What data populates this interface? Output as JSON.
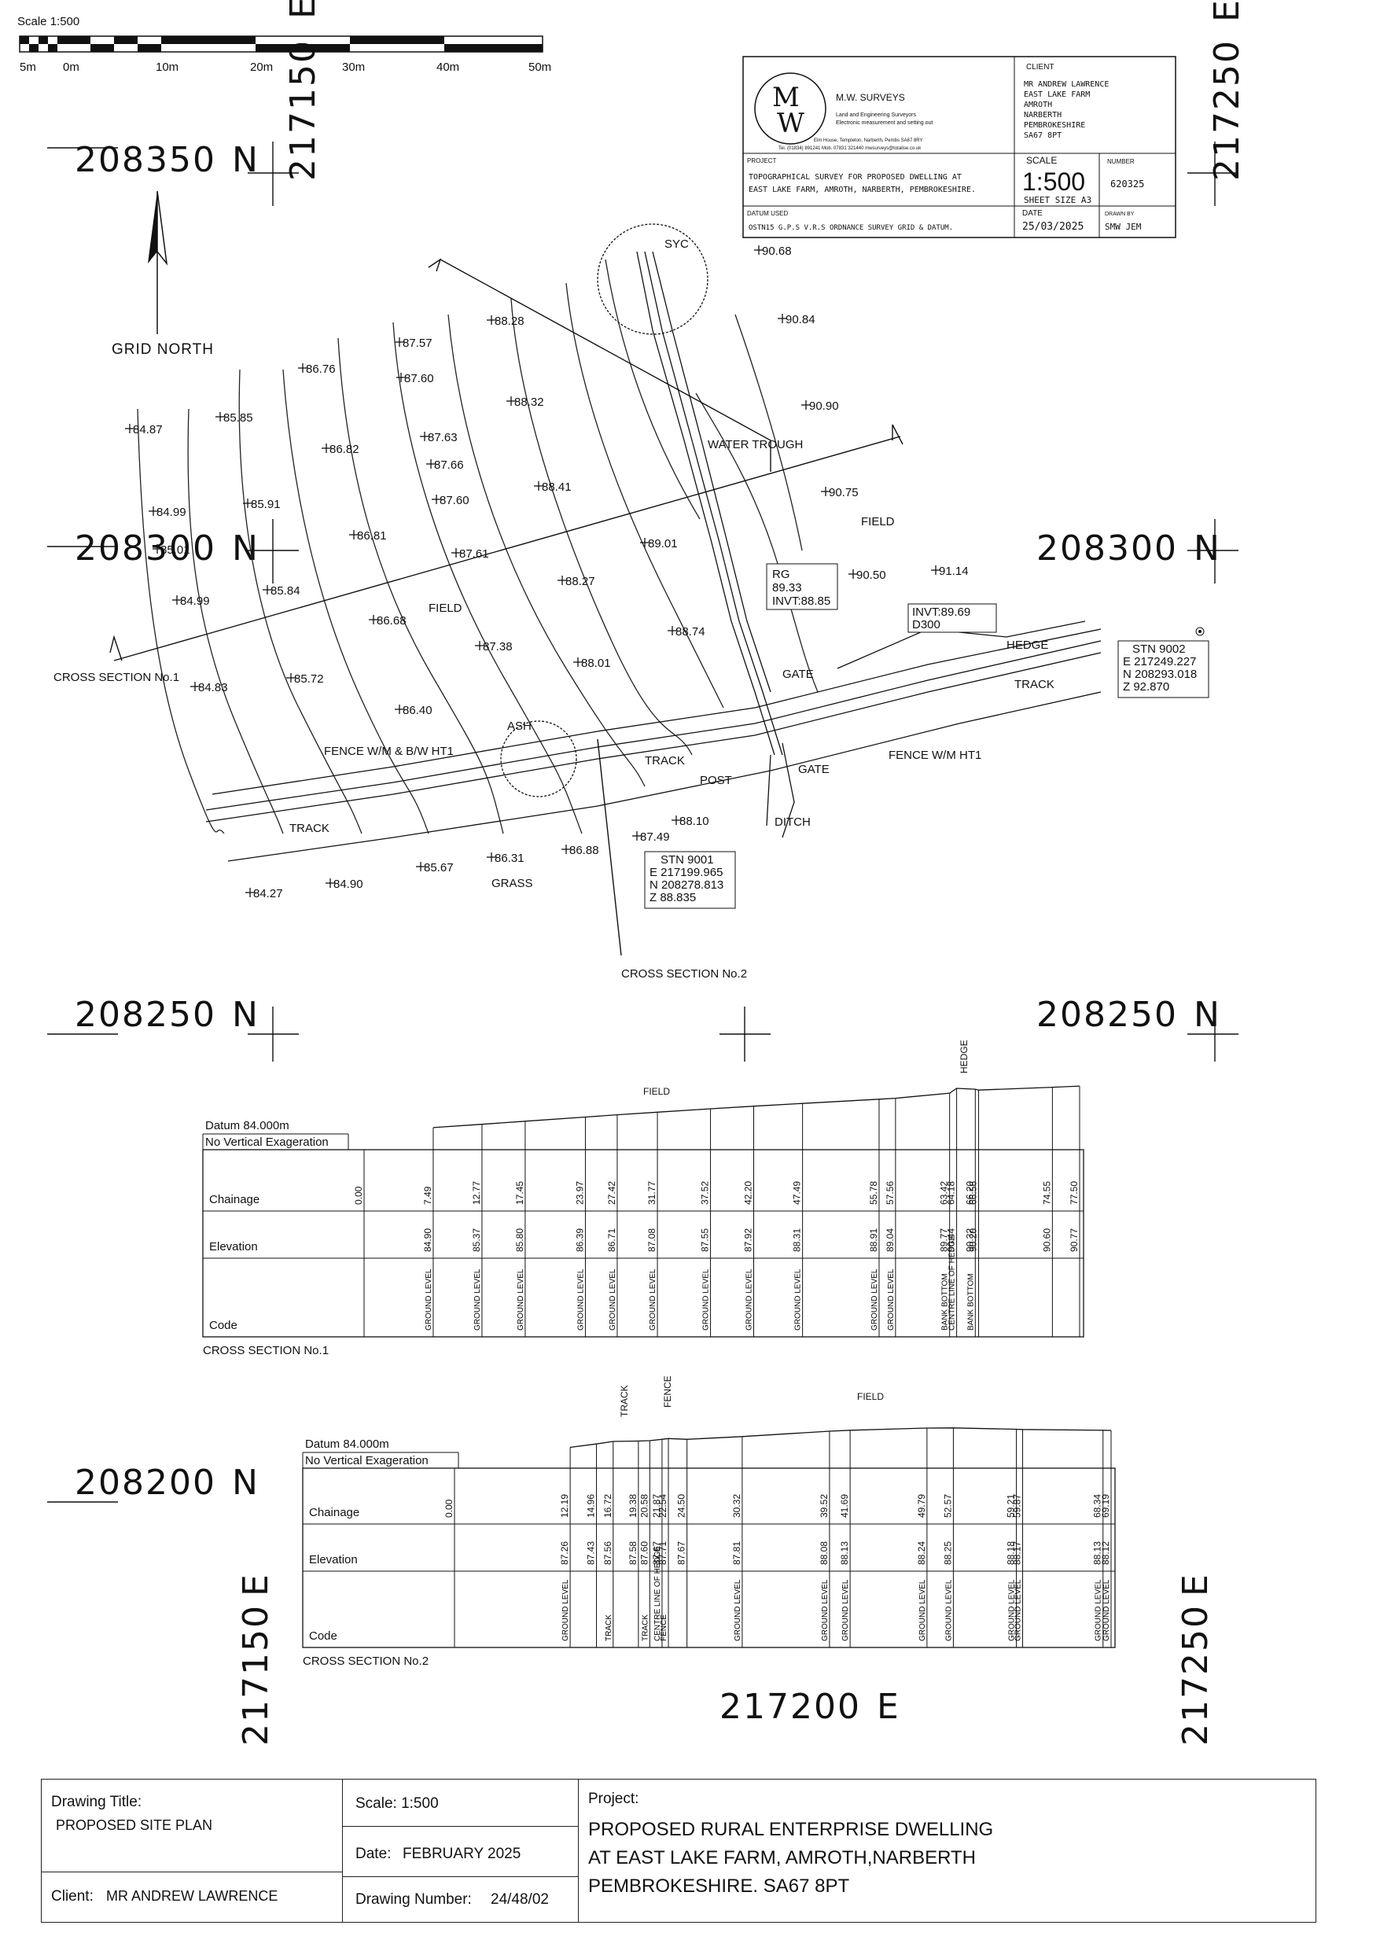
{
  "scale_bar": {
    "title": "Scale 1:500",
    "ticks": [
      "5m",
      "0m",
      "10m",
      "20m",
      "30m",
      "40m",
      "50m"
    ]
  },
  "north": "GRID NORTH",
  "grid": {
    "n_labels": [
      "208350",
      "208300",
      "208300",
      "208250",
      "208250",
      "208200"
    ],
    "n_suffix": "N",
    "e_labels": [
      "217150",
      "217250",
      "217150",
      "217250",
      "217200"
    ],
    "e_suffix": "E"
  },
  "info_box": {
    "company": "M.W. SURVEYS",
    "company_sub": "Land and Engineering Surveyors",
    "company_sub2": "Electronic measurement and setting out",
    "address": "Elm House, Templeton, Narberth, Pembs SA67 8RY",
    "contact": "Tel. (01834) 891241 Mob. 07831 321440 mwsurveys@totalise.co.uk",
    "client_label": "CLIENT",
    "client_lines": [
      "MR ANDREW LAWRENCE",
      "EAST LAKE FARM",
      "AMROTH",
      "NARBERTH",
      "PEMBROKESHIRE",
      "SA67 8PT"
    ],
    "project_label": "PROJECT",
    "project_lines": [
      "TOPOGRAPHICAL SURVEY FOR PROPOSED DWELLING AT",
      "EAST LAKE FARM, AMROTH, NARBERTH, PEMBROKESHIRE."
    ],
    "scale_label": "SCALE",
    "scale_value": "1:500",
    "sheet_size": "SHEET SIZE A3",
    "number_label": "NUMBER",
    "number_value": "620325",
    "datum_label": "DATUM USED",
    "datum_value": "OSTN15 G.P.S V.R.S ORDNANCE SURVEY GRID & DATUM.",
    "date_label": "DATE",
    "date_value": "25/03/2025",
    "drawn_label": "DRAWN BY",
    "drawn_value": "SMW JEM"
  },
  "spot_levels": [
    [
      "90.68",
      965,
      318
    ],
    [
      "90.84",
      995,
      405
    ],
    [
      "90.90",
      1025,
      515
    ],
    [
      "90.75",
      1050,
      625
    ],
    [
      "90.50",
      1085,
      730
    ],
    [
      "91.14",
      1190,
      725
    ],
    [
      "88.28",
      625,
      407
    ],
    [
      "87.57",
      508,
      435
    ],
    [
      "86.76",
      385,
      468
    ],
    [
      "87.60",
      510,
      480
    ],
    [
      "88.32",
      650,
      510
    ],
    [
      "85.85",
      280,
      530
    ],
    [
      "84.87",
      165,
      545
    ],
    [
      "87.63",
      540,
      555
    ],
    [
      "86.82",
      415,
      570
    ],
    [
      "87.66",
      548,
      590
    ],
    [
      "88.41",
      685,
      618
    ],
    [
      "87.60",
      555,
      635
    ],
    [
      "84.99",
      195,
      650
    ],
    [
      "85.91",
      315,
      640
    ],
    [
      "86.81",
      450,
      680
    ],
    [
      "89.01",
      820,
      690
    ],
    [
      "87.61",
      580,
      703
    ],
    [
      "85.01",
      200,
      698
    ],
    [
      "88.27",
      715,
      738
    ],
    [
      "85.84",
      340,
      750
    ],
    [
      "84.99",
      225,
      763
    ],
    [
      "86.68",
      475,
      788
    ],
    [
      "88.74",
      855,
      802
    ],
    [
      "87.38",
      610,
      821
    ],
    [
      "88.01",
      735,
      842
    ],
    [
      "85.72",
      370,
      862
    ],
    [
      "84.83",
      248,
      873
    ],
    [
      "86.40",
      508,
      902
    ],
    [
      "88.10",
      860,
      1043
    ],
    [
      "87.49",
      810,
      1063
    ],
    [
      "86.88",
      720,
      1080
    ],
    [
      "86.31",
      625,
      1090
    ],
    [
      "85.67",
      535,
      1102
    ],
    [
      "84.90",
      420,
      1123
    ],
    [
      "84.27",
      318,
      1135
    ]
  ],
  "labels": [
    [
      "FIELD",
      1095,
      668
    ],
    [
      "FIELD",
      545,
      778
    ],
    [
      "WATER TROUGH",
      900,
      570
    ],
    [
      "GRASS",
      625,
      1128
    ],
    [
      "HEDGE",
      1280,
      825
    ],
    [
      "TRACK",
      1290,
      875
    ],
    [
      "FENCE W/M HT1",
      1130,
      965
    ],
    [
      "GATE",
      1015,
      983
    ],
    [
      "GATE",
      995,
      862
    ],
    [
      "POST",
      890,
      997
    ],
    [
      "TRACK",
      820,
      972
    ],
    [
      "TRACK",
      368,
      1058
    ],
    [
      "ASH",
      645,
      928
    ],
    [
      "FENCE W/M & B/W HT1",
      412,
      960
    ],
    [
      "SYC",
      845,
      315
    ],
    [
      "DITCH",
      985,
      1050
    ]
  ],
  "stations": [
    {
      "name": "STN 9001",
      "e": "E 217199.965",
      "n": "N 208278.813",
      "z": "Z 88.835"
    },
    {
      "name": "STN 9002",
      "e": "E 217249.227",
      "n": "N 208293.018",
      "z": "Z 92.870"
    }
  ],
  "rg": {
    "label": "RG",
    "level": "89.33",
    "invert": "INVT:88.85"
  },
  "drain": {
    "invert": "INVT:89.69",
    "dia": "D300"
  },
  "cross_section_markers": [
    "CROSS SECTION No.1",
    "CROSS SECTION No.2"
  ],
  "cs1": {
    "title": "CROSS SECTION No.1",
    "datum": "Datum 84.000m",
    "exag": "No Vertical Exageration",
    "top_label": "FIELD",
    "feature": "HEDGE",
    "rows": [
      "Chainage",
      "Elevation",
      "Code"
    ],
    "chainage": [
      "0.00",
      "7.49",
      "12.77",
      "17.45",
      "23.97",
      "27.42",
      "31.77",
      "37.52",
      "42.20",
      "47.49",
      "55.78",
      "57.56",
      "63.42",
      "64.18",
      "66.20",
      "66.56",
      "74.55",
      "77.50"
    ],
    "elevation": [
      "",
      "84.90",
      "85.37",
      "85.80",
      "86.39",
      "86.71",
      "87.08",
      "87.55",
      "87.92",
      "88.31",
      "88.91",
      "89.04",
      "89.77",
      "90.44",
      "90.32",
      "90.20",
      "90.60",
      "90.77"
    ],
    "codes": [
      "",
      "GROUND LEVEL",
      "GROUND LEVEL",
      "GROUND LEVEL",
      "GROUND LEVEL",
      "GROUND LEVEL",
      "GROUND LEVEL",
      "GROUND LEVEL",
      "GROUND LEVEL",
      "GROUND LEVEL",
      "GROUND LEVEL",
      "GROUND LEVEL",
      "BANK BOTTOM",
      "CENTRE LINE OF HEDGE",
      "BANK BOTTOM",
      "",
      "",
      ""
    ]
  },
  "cs2": {
    "title": "CROSS SECTION No.2",
    "datum": "Datum 84.000m",
    "exag": "No Vertical Exageration",
    "top_label": "FIELD",
    "features": [
      "TRACK",
      "FENCE"
    ],
    "rows": [
      "Chainage",
      "Elevation",
      "Code"
    ],
    "chainage": [
      "0.00",
      "12.19",
      "14.96",
      "16.72",
      "19.38",
      "20.58",
      "21.87",
      "22.54",
      "24.50",
      "30.32",
      "39.52",
      "41.69",
      "49.79",
      "52.57",
      "59.21",
      "59.87",
      "68.34",
      "69.19"
    ],
    "elevation": [
      "",
      "87.26",
      "87.43",
      "87.56",
      "87.58",
      "87.60",
      "87.67",
      "87.71",
      "87.67",
      "87.81",
      "88.08",
      "88.13",
      "88.24",
      "88.25",
      "88.18",
      "88.17",
      "88.13",
      "88.12"
    ],
    "codes": [
      "",
      "GROUND LEVEL",
      "",
      "TRACK",
      "",
      "TRACK",
      "CENTRE LINE OF HEDGE",
      "FENCE",
      "",
      "GROUND LEVEL",
      "GROUND LEVEL",
      "GROUND LEVEL",
      "GROUND LEVEL",
      "GROUND LEVEL",
      "GROUND LEVEL",
      "GROUND LEVEL",
      "GROUND LEVEL",
      "GROUND LEVEL"
    ]
  },
  "title_block": {
    "drawing_title_label": "Drawing Title:",
    "drawing_title": "PROPOSED SITE PLAN",
    "scale": "Scale: 1:500",
    "date_label": "Date:",
    "date": "FEBRUARY 2025",
    "client_label": "Client:",
    "client": "MR ANDREW LAWRENCE",
    "drawing_number_label": "Drawing Number:",
    "drawing_number": "24/48/02",
    "project_label": "Project:",
    "project_lines": [
      "PROPOSED RURAL ENTERPRISE DWELLING",
      "AT EAST LAKE FARM, AMROTH,NARBERTH",
      "PEMBROKESHIRE. SA67 8PT"
    ]
  }
}
